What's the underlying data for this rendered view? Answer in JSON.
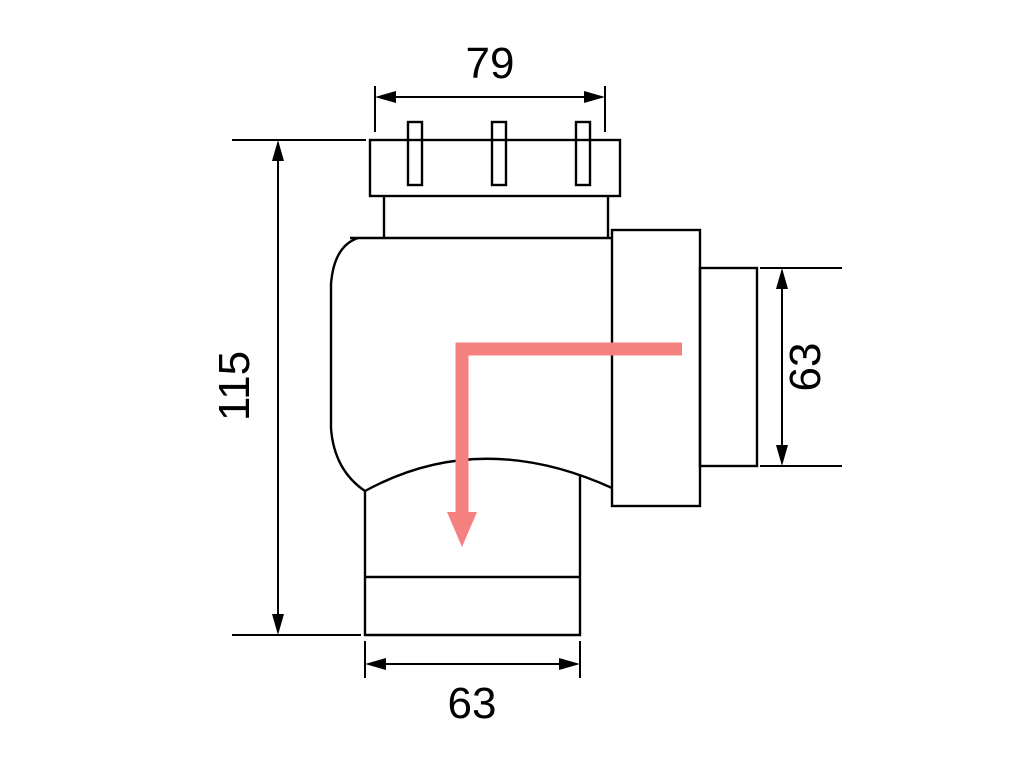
{
  "diagram": {
    "type": "technical-drawing",
    "subject": "elbow-pipe-fitting",
    "dimensions": {
      "top_width": {
        "value": "79"
      },
      "left_height": {
        "value": "115"
      },
      "right_port_height": {
        "value": "63"
      },
      "bottom_port_width": {
        "value": "63"
      }
    },
    "colors": {
      "line": "#000000",
      "flow_arrow": "#f4807f",
      "background": "#ffffff"
    }
  }
}
